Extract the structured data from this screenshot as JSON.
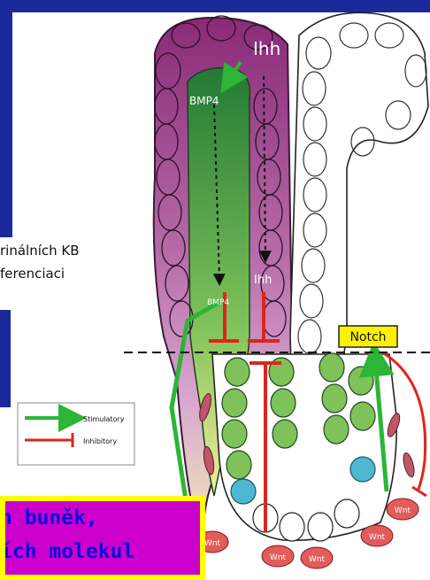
{
  "labels": {
    "ihh_top": "Ihh",
    "bmp4_top": "BMP4",
    "bmp4_bottom": "BMP4",
    "ihh_bottom": "Ihh",
    "notch": "Notch",
    "wnt": "Wnt"
  },
  "legend": {
    "stimulatory": "Stimulatory",
    "inhibitory": "Inhibitory"
  },
  "side_text": {
    "line1": "rinálních KB",
    "line2": "ferenciaci"
  },
  "callout": {
    "line1": "h buněk,",
    "line2": "ích molekul"
  },
  "colors": {
    "background": "#1a2a9c",
    "stimulatory": "#2db536",
    "inhibitory": "#e0241b",
    "villus_dark": "#8a2a78",
    "villus_light": "#d9a9cf",
    "crypt_green": "#7fc25a",
    "stem_blue": "#4fb7cf",
    "wnt_red": "#e35b5b",
    "notch_box": "#fff200",
    "callout_fill": "#cc00cc",
    "callout_border": "#ffff00",
    "callout_text": "#0b0bd8"
  }
}
